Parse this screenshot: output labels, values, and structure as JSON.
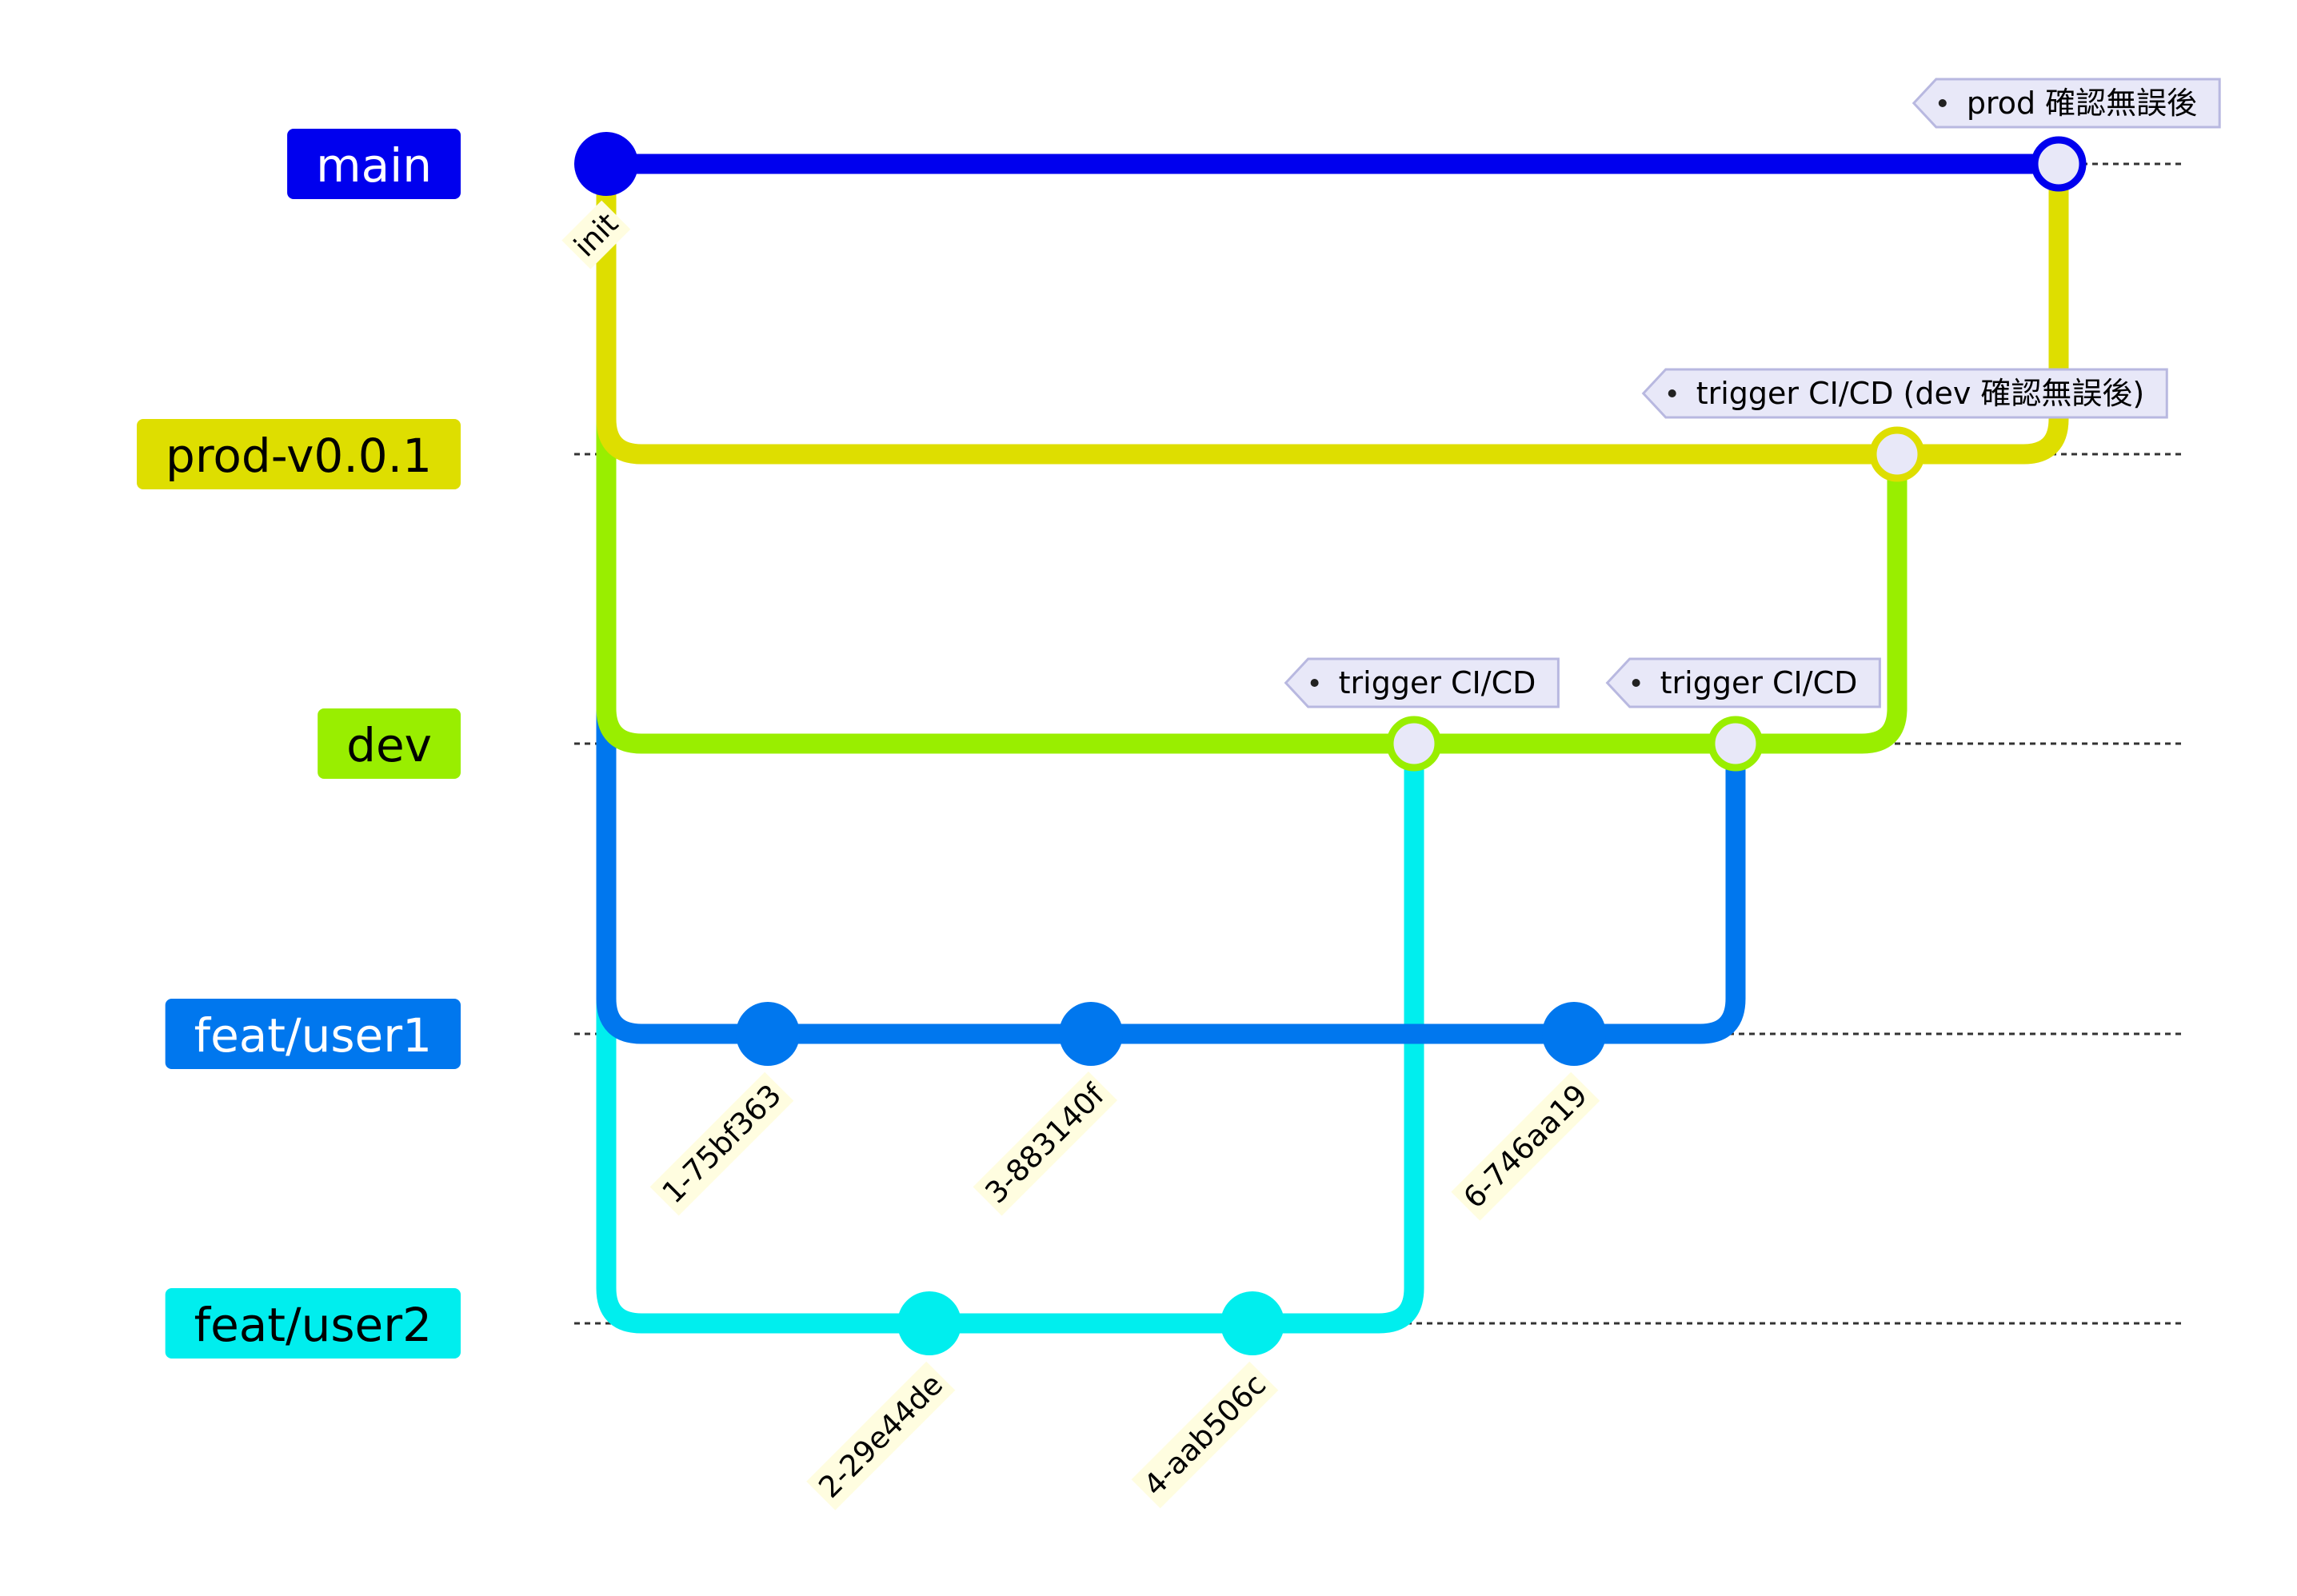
{
  "branches": [
    {
      "id": "main",
      "name": "main",
      "color": "#0000ee",
      "text_color": "#ffffff"
    },
    {
      "id": "prod",
      "name": "prod-v0.0.1",
      "color": "#dede00",
      "text_color": "#000000"
    },
    {
      "id": "dev",
      "name": "dev",
      "color": "#99ee00",
      "text_color": "#000000"
    },
    {
      "id": "user1",
      "name": "feat/user1",
      "color": "#0077ee",
      "text_color": "#ffffff"
    },
    {
      "id": "user2",
      "name": "feat/user2",
      "color": "#00eeee",
      "text_color": "#000000"
    }
  ],
  "commits": [
    {
      "id": "init",
      "label": "init",
      "branch": "main"
    },
    {
      "id": "1-75bf363",
      "label": "1-75bf363",
      "branch": "user1"
    },
    {
      "id": "2-29e44de",
      "label": "2-29e44de",
      "branch": "user2"
    },
    {
      "id": "3-883140f",
      "label": "3-883140f",
      "branch": "user1"
    },
    {
      "id": "4-aab506c",
      "label": "4-aab506c",
      "branch": "user2"
    },
    {
      "id": "merge-user2-dev",
      "label": "",
      "branch": "dev",
      "merge": true,
      "tag": "trigger CI/CD"
    },
    {
      "id": "6-746aa19",
      "label": "6-746aa19",
      "branch": "user1"
    },
    {
      "id": "merge-user1-dev",
      "label": "",
      "branch": "dev",
      "merge": true,
      "tag": "trigger CI/CD"
    },
    {
      "id": "merge-dev-prod",
      "label": "",
      "branch": "prod",
      "merge": true,
      "tag": "trigger CI/CD (dev 確認無誤後)"
    },
    {
      "id": "merge-prod-main",
      "label": "",
      "branch": "main",
      "merge": true,
      "tag": "prod 確認無誤後"
    }
  ],
  "colors": {
    "merge_fill": "#e8e8f8",
    "tag_fill": "#e8e8f8",
    "tag_stroke": "#b8b8e0",
    "commit_label_bg": "#fffde0",
    "grid_line": "#333333"
  }
}
